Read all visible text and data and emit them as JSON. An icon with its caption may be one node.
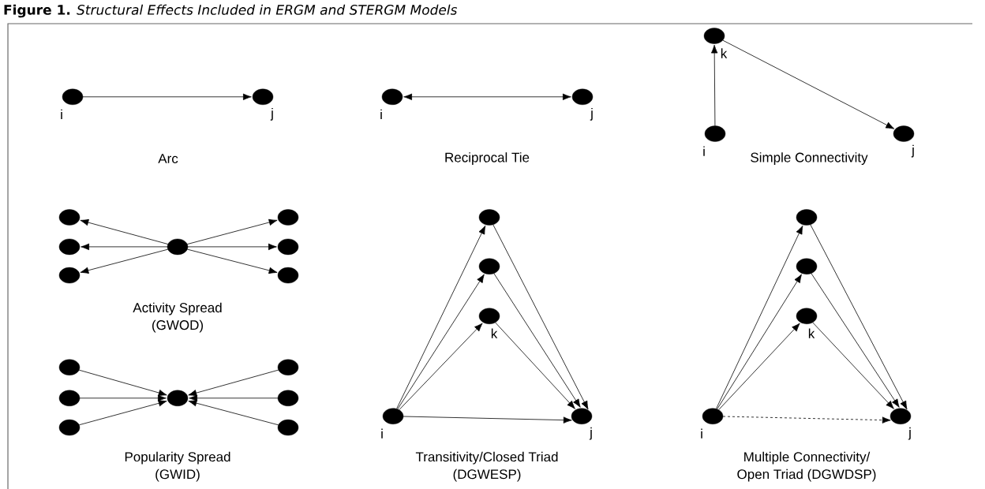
{
  "diagram": {
    "title": "**Figure 1.** *Structural Effects Included in ERGM and STERGM Models*",
    "nodes": [
      {
        "text": [],
        "shape": "circle",
        "beside": [
          "i"
        ]
      },
      {
        "text": [],
        "shape": "circle",
        "beside": [
          "j"
        ]
      },
      {
        "text": [],
        "shape": "circle",
        "beside": [
          "i"
        ]
      },
      {
        "text": [],
        "shape": "circle",
        "beside": [
          "j"
        ]
      },
      {
        "text": [],
        "shape": "circle",
        "beside": [
          "k"
        ]
      },
      {
        "text": [],
        "shape": "circle",
        "beside": [
          "i"
        ]
      },
      {
        "text": [],
        "shape": "circle",
        "beside": [
          "j"
        ]
      },
      {
        "text": [],
        "shape": "circle"
      },
      {
        "text": [],
        "shape": "circle"
      },
      {
        "text": [],
        "shape": "circle"
      },
      {
        "text": [],
        "shape": "circle"
      },
      {
        "text": [],
        "shape": "circle"
      },
      {
        "text": [],
        "shape": "circle"
      },
      {
        "text": [],
        "shape": "circle"
      },
      {
        "text": [],
        "shape": "circle"
      },
      {
        "text": [],
        "shape": "circle"
      },
      {
        "text": [],
        "shape": "circle"
      },
      {
        "text": [],
        "shape": "circle"
      },
      {
        "text": [],
        "shape": "circle"
      },
      {
        "text": [],
        "shape": "circle"
      },
      {
        "text": [],
        "shape": "circle"
      },
      {
        "text": [],
        "shape": "circle"
      },
      {
        "text": [],
        "shape": "circle"
      },
      {
        "text": [],
        "shape": "circle",
        "beside": [
          "k"
        ]
      },
      {
        "text": [],
        "shape": "circle",
        "beside": [
          "i"
        ]
      },
      {
        "text": [],
        "shape": "circle",
        "beside": [
          "j"
        ]
      },
      {
        "text": [],
        "shape": "circle"
      },
      {
        "text": [],
        "shape": "circle"
      },
      {
        "text": [],
        "shape": "circle",
        "beside": [
          "k"
        ]
      },
      {
        "text": [],
        "shape": "circle",
        "beside": [
          "i"
        ]
      },
      {
        "text": [],
        "shape": "circle",
        "beside": [
          "j"
        ]
      }
    ],
    "edges": [
      {
        "from": 0,
        "to": 1,
        "arrow": "to"
      },
      {
        "from": 2,
        "to": 3,
        "arrow": "both"
      },
      {
        "from": 5,
        "to": 4,
        "arrow": "to"
      },
      {
        "from": 4,
        "to": 6,
        "arrow": "to"
      },
      {
        "from": 10,
        "to": 7,
        "arrow": "to"
      },
      {
        "from": 10,
        "to": 8,
        "arrow": "to"
      },
      {
        "from": 10,
        "to": 9,
        "arrow": "to"
      },
      {
        "from": 10,
        "to": 11,
        "arrow": "to"
      },
      {
        "from": 10,
        "to": 12,
        "arrow": "to"
      },
      {
        "from": 10,
        "to": 13,
        "arrow": "to"
      },
      {
        "from": 14,
        "to": 17,
        "arrow": "to"
      },
      {
        "from": 15,
        "to": 17,
        "arrow": "to"
      },
      {
        "from": 16,
        "to": 17,
        "arrow": "to"
      },
      {
        "from": 18,
        "to": 17,
        "arrow": "to"
      },
      {
        "from": 19,
        "to": 17,
        "arrow": "to"
      },
      {
        "from": 20,
        "to": 17,
        "arrow": "to"
      },
      {
        "from": 24,
        "to": 21,
        "arrow": "to"
      },
      {
        "from": 24,
        "to": 22,
        "arrow": "to"
      },
      {
        "from": 24,
        "to": 23,
        "arrow": "to"
      },
      {
        "from": 21,
        "to": 25,
        "arrow": "to"
      },
      {
        "from": 22,
        "to": 25,
        "arrow": "to"
      },
      {
        "from": 23,
        "to": 25,
        "arrow": "to"
      },
      {
        "from": 24,
        "to": 25,
        "arrow": "to"
      },
      {
        "from": 29,
        "to": 26,
        "arrow": "to"
      },
      {
        "from": 29,
        "to": 27,
        "arrow": "to"
      },
      {
        "from": 29,
        "to": 28,
        "arrow": "to"
      },
      {
        "from": 26,
        "to": 30,
        "arrow": "to"
      },
      {
        "from": 27,
        "to": 30,
        "arrow": "to"
      },
      {
        "from": 28,
        "to": 30,
        "arrow": "to"
      },
      {
        "from": 29,
        "to": 30,
        "arrow": "to",
        "style": "dashed"
      }
    ],
    "labels": [
      "Arc",
      "Reciprocal Tie",
      "Simple Connectivity",
      "Activity Spread (GWOD)",
      "Popularity Spread (GWID)",
      "Transitivity/Closed Triad (DGWESP)",
      "Multiple Connectivity/ Open Triad (DGWDSP)"
    ]
  }
}
